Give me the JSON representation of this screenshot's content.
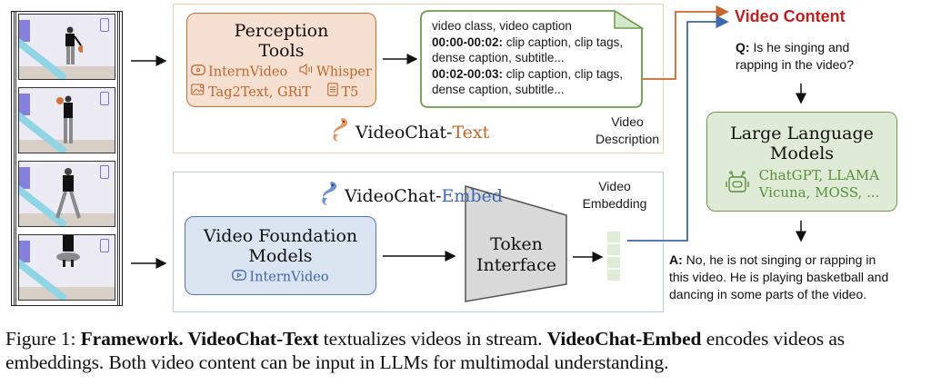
{
  "filmstrip": {
    "frames": [
      {
        "action": "dribbling basketball"
      },
      {
        "action": "holding basketball overhead"
      },
      {
        "action": "dancing"
      },
      {
        "action": "jumping"
      }
    ]
  },
  "videochat_text": {
    "name_prefix": "VideoChat-",
    "name_suffix": "Text",
    "perception_tools": {
      "title_line1": "Perception",
      "title_line2": "Tools",
      "tools": [
        {
          "icon": "video-play-icon",
          "label": "InternVideo"
        },
        {
          "icon": "speaker-icon",
          "label": "Whisper"
        },
        {
          "icon": "image-icon",
          "label": "Tag2Text, GRiT"
        },
        {
          "icon": "document-icon",
          "label": "T5"
        }
      ]
    },
    "description_note": {
      "line1": "video class, video caption",
      "segments": [
        {
          "time": "00:00-00:02:",
          "text1": " clip caption, clip tags,",
          "text2": "dense caption, subtitle..."
        },
        {
          "time": "00:02-00:03:",
          "text1": " clip caption, clip tags,",
          "text2": "dense caption, subtitle..."
        }
      ]
    },
    "output_label_line1": "Video",
    "output_label_line2": "Description"
  },
  "videochat_embed": {
    "name_prefix": "VideoChat-",
    "name_suffix": "Embed",
    "foundation_models": {
      "title_line1": "Video Foundation",
      "title_line2": "Models",
      "tool": {
        "icon": "video-play-icon",
        "label": "InternVideo"
      }
    },
    "token_interface": {
      "line1": "Token",
      "line2": "Interface"
    },
    "output_label_line1": "Video",
    "output_label_line2": "Embedding",
    "embedding_cells": 4
  },
  "right_column": {
    "video_content_title": "Video Content",
    "question_prefix": "Q:",
    "question_line1": " Is he singing and",
    "question_line2": "rapping in the video?",
    "llm": {
      "title_line1": "Large Language",
      "title_line2": "Models",
      "models_line1": "ChatGPT, LLAMA",
      "models_line2": "Vicuna, MOSS, ..."
    },
    "answer_prefix": "A:",
    "answer_line1": " No, he is not singing or rapping in",
    "answer_line2": "this video. He is playing basketball and",
    "answer_line3": "dancing in some parts of the video."
  },
  "colors": {
    "text_accent": "#c0652a",
    "embed_accent": "#3f68ad",
    "llm_accent": "#5a8f3c",
    "video_content_red": "#c0201e"
  },
  "caption": {
    "label": "Figure 1: ",
    "bold1": "Framework. VideoChat-Text",
    "text1": " textualizes videos in stream. ",
    "bold2": "VideoChat-Embed",
    "text2": " encodes videos as embeddings. Both video content can be input in LLMs for multimodal understanding."
  }
}
